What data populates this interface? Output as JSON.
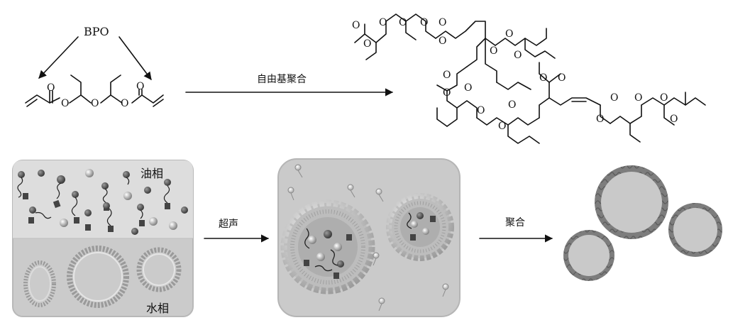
{
  "initiator": "BPO",
  "polymerization_label": "自由基聚合",
  "phase_oil": "油相",
  "phase_water": "水相",
  "step_ultrasound": "超声",
  "step_polymerize": "聚合",
  "atom_O": "O",
  "colors": {
    "panel_fill": "#d4d4d4",
    "panel_border": "#b8b8b8",
    "oil_phase": "#dddddd",
    "water_phase": "#cbcbcb",
    "capsule_shell": "#7a7a7a",
    "capsule_core": "#c9c9c9",
    "ink": "#111111"
  }
}
